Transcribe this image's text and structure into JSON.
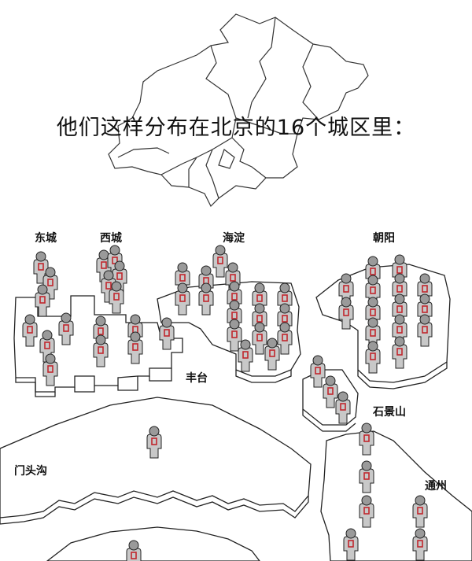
{
  "title": "他们这样分布在北京的16个城区里：",
  "districts": {
    "dongcheng": "东城",
    "xicheng": "西城",
    "haidian": "海淀",
    "chaoyang": "朝阳",
    "fengtai": "丰台",
    "shijingshan": "石景山",
    "mentougou": "门头沟",
    "tongzhou": "通州"
  },
  "colors": {
    "outline": "#222222",
    "figure_fill": "#9a9a9a",
    "figure_light": "#c8c8c8",
    "badge": "#c0272d"
  },
  "icons": {
    "person": "person-figure-icon"
  }
}
